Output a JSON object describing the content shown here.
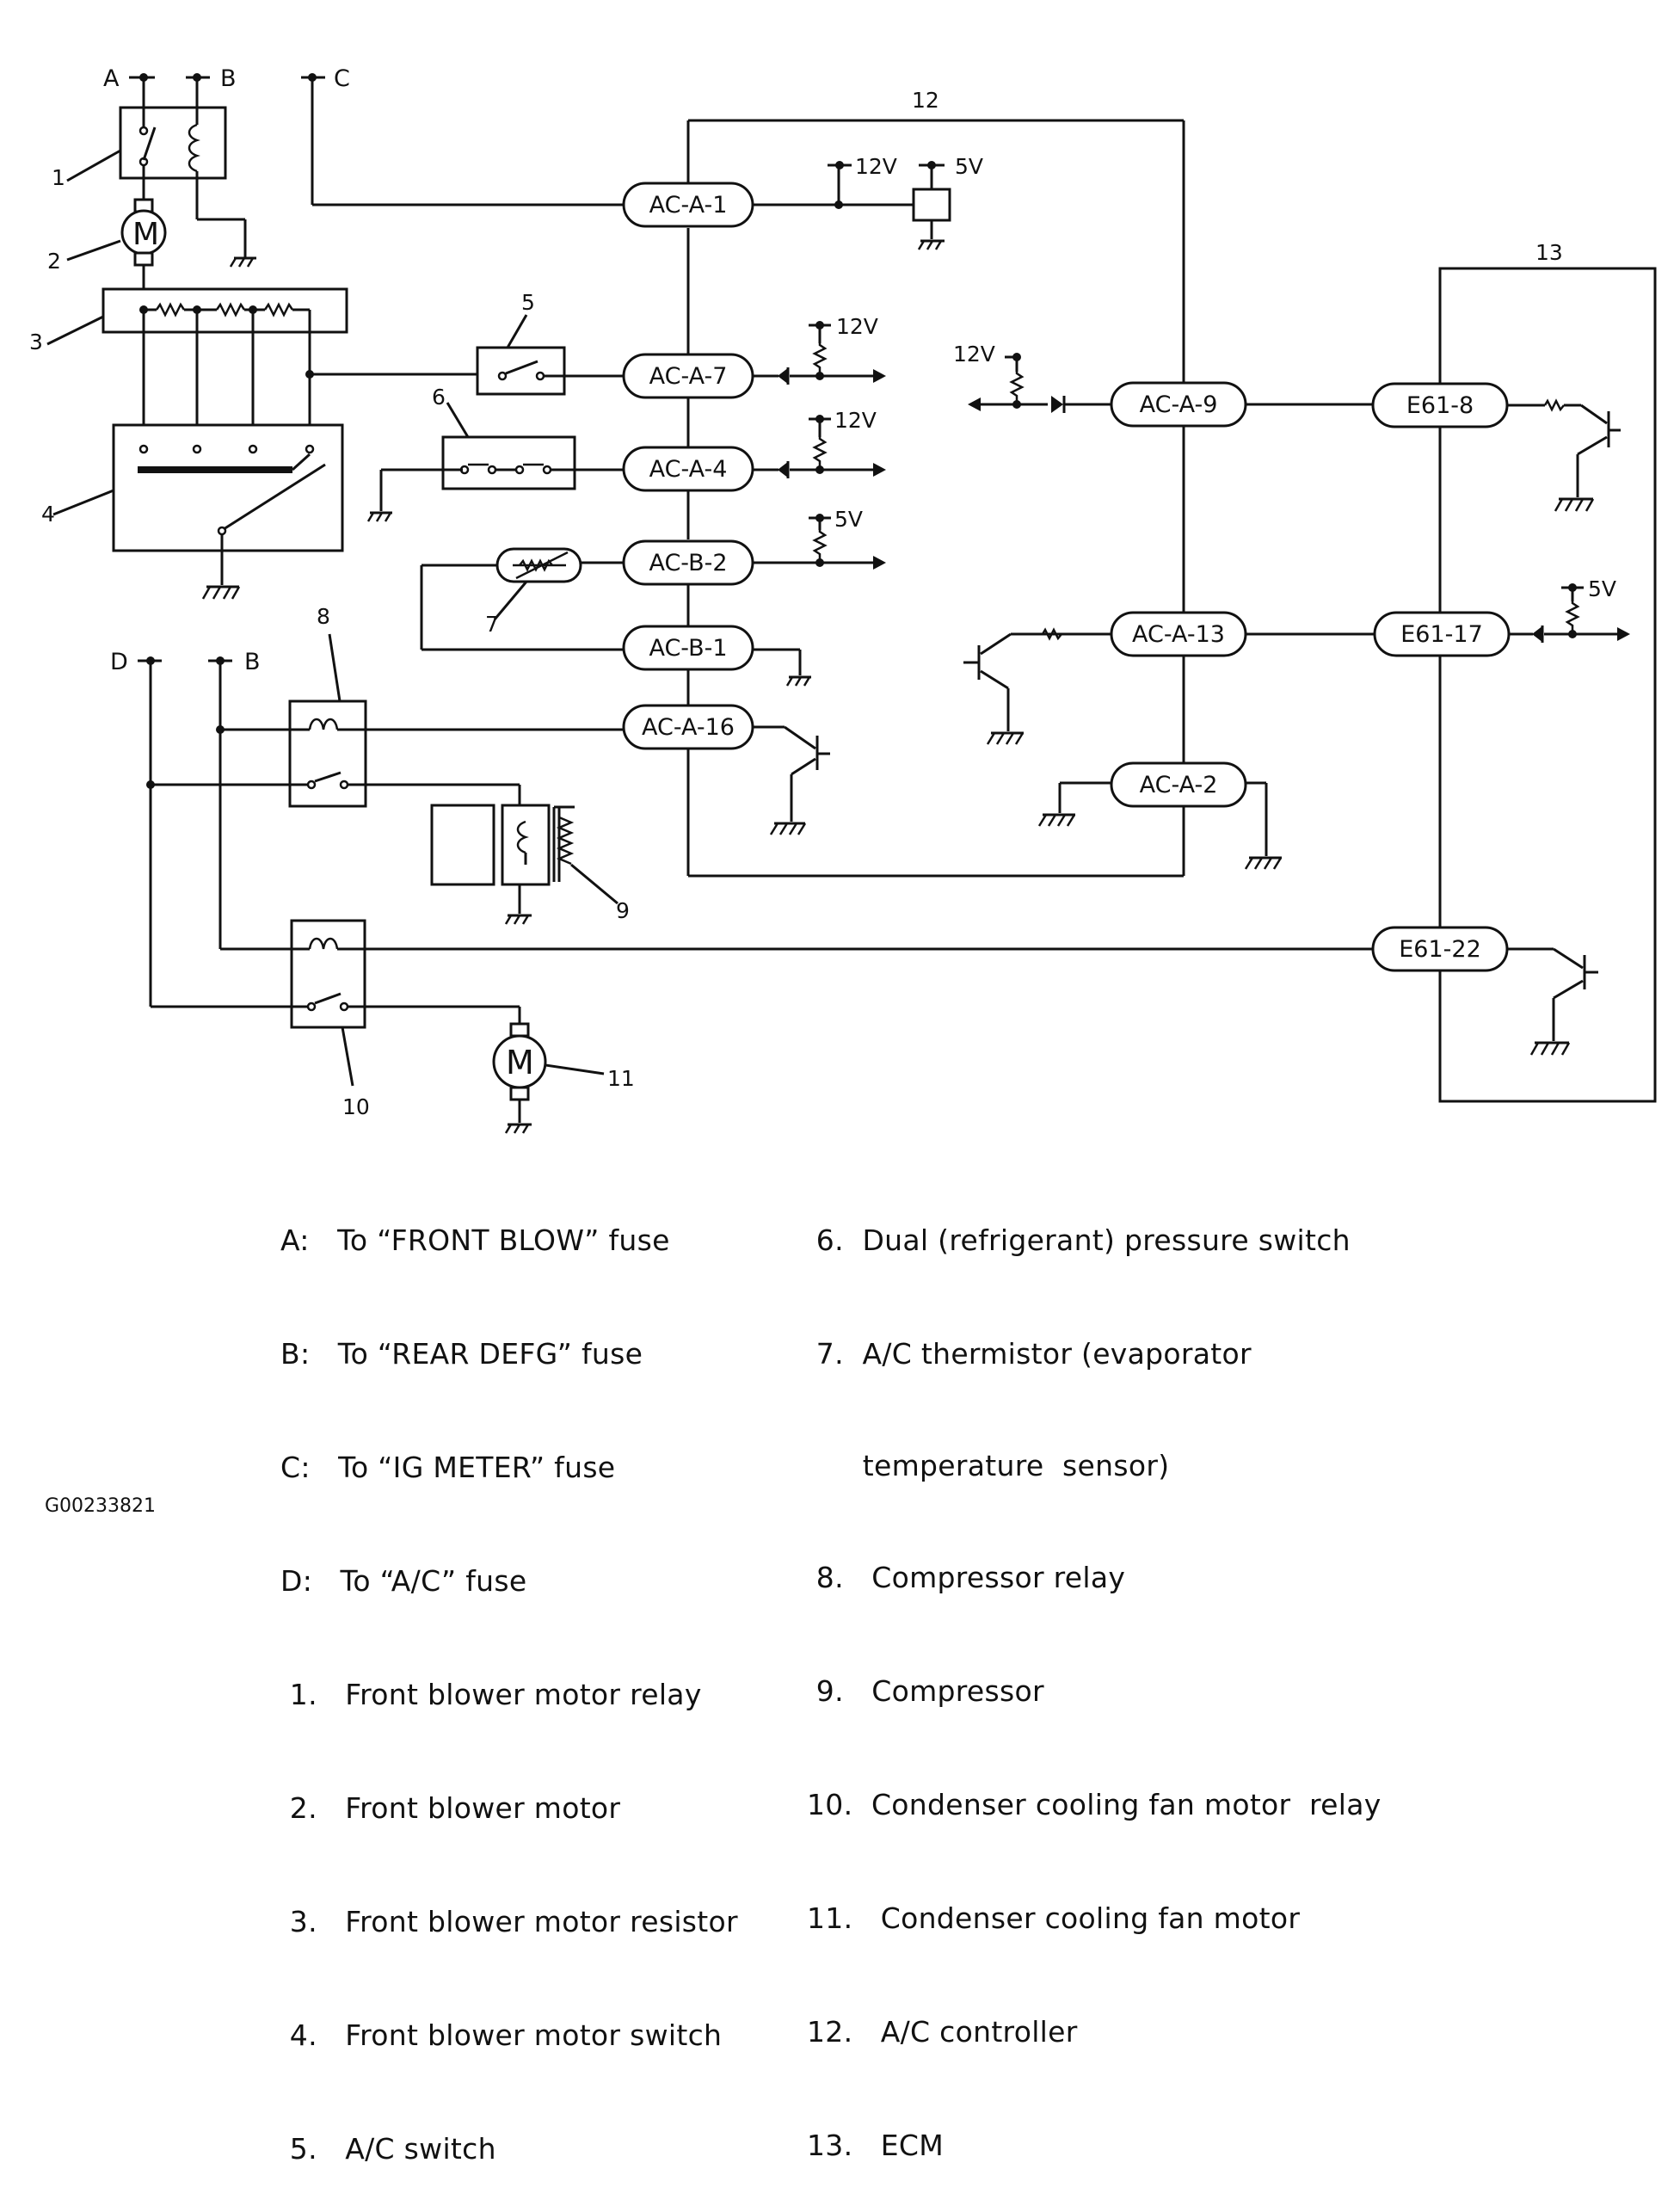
{
  "connectors": {
    "aca1": "AC-A-1",
    "aca7": "AC-A-7",
    "aca4": "AC-A-4",
    "acb2": "AC-B-2",
    "acb1": "AC-B-1",
    "aca16": "AC-A-16",
    "aca9": "AC-A-9",
    "aca13": "AC-A-13",
    "aca2": "AC-A-2",
    "e618": "E61-8",
    "e6117": "E61-17",
    "e6122": "E61-22"
  },
  "terminals": {
    "a": "A",
    "b": "B",
    "c": "C",
    "d": "D"
  },
  "voltages": {
    "v12": "12V",
    "v5": "5V"
  },
  "motor_symbol": "M",
  "callouts": [
    "1",
    "2",
    "3",
    "4",
    "5",
    "6",
    "7",
    "8",
    "9",
    "10",
    "11",
    "12",
    "13"
  ],
  "legend": {
    "left": [
      "A:   To “FRONT BLOW” fuse",
      "B:   To “REAR DEFG” fuse",
      "C:   To “IG METER” fuse",
      "D:   To “A/C” fuse",
      " 1.   Front blower motor relay",
      " 2.   Front blower motor",
      " 3.   Front blower motor resistor",
      " 4.   Front blower motor switch",
      " 5.   A/C switch"
    ],
    "right": [
      " 6.  Dual (refrigerant) pressure switch",
      " 7.  A/C thermistor (evaporator",
      "      temperature  sensor)",
      " 8.   Compressor relay",
      " 9.   Compressor",
      "10.  Condenser cooling fan motor  relay",
      "11.   Condenser cooling fan motor",
      "12.   A/C controller",
      "13.   ECM"
    ]
  },
  "figure_code": "G00233821"
}
